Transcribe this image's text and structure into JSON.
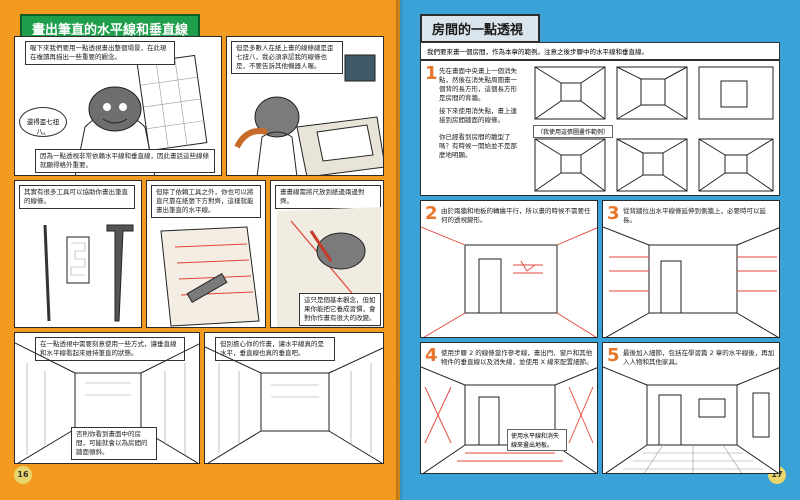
{
  "left_page": {
    "title": "畫出筆直的水平線和垂直線",
    "panel1": {
      "caption_top": "喔下來我們要用一點透視畫出整個場景，在此現在複讀再描出一些重要的觀念。",
      "bubble": "還得歪七扭八。",
      "caption_bottom": "因為一點透視非常依賴水平線和垂直線，因此畫話這些線條就顯得格外重要。"
    },
    "panel2": {
      "caption": "但是多數人在紙上畫的線條總是歪七扭八，我必須承認我的線條也是，不要告訴其他機器人喔。"
    },
    "panel3": {
      "caption": "其實有很多工具可以協助你畫出筆直的線條。"
    },
    "panel4": {
      "caption": "但除了依賴工具之外，你也可以將直尺靠在紙張下方對齊，這樣就能畫出筆直的水平線。"
    },
    "panel5": {
      "caption_top": "畫畫線需將尺放到紙邊兩邊對齊。",
      "caption_bottom": "這只是個基本觀念，但如果你能把它養成習慣，會對你作畫有很大的改變。"
    },
    "panel6": {
      "caption_top": "在一點透視中需要刻意使用一些方式，讓垂直線和水平線看起來維持筆直的狀態。",
      "caption_bottom": "否則你看到畫面中的房間，可能就會以為房間的牆面傾斜。"
    },
    "panel7": {
      "caption": "但別擔心你的作畫，讓水平線真的是水平，垂直線也真的垂直吧。"
    },
    "page_number": "16"
  },
  "right_page": {
    "title": "房間的一點透視",
    "intro": "我們要來畫一個房間，作為本章的範例。注意之後步驟中的水平線和垂直線。",
    "step1": {
      "number": "1",
      "text_a": "先在畫面中央畫上一個消失點，然後在消失點周圍畫一個背的長方形，這個長方形是房間的背牆。",
      "text_b": "接下來使用消失點，畫上連接到房間牆面的線條。",
      "text_c": "你已經看到房間的雛型了嗎？有時候一開始並不是那麼地明顯。",
      "label": "（我使用這張圖畫作範例）"
    },
    "step2": {
      "number": "2",
      "text": "由於兩牆和地板的轉繪平行，所以畫的時候不需要任何的透視變形。"
    },
    "step3": {
      "number": "3",
      "text": "從背牆拉出水平線條延伸到側牆上，必要時可以延長。"
    },
    "step4": {
      "number": "4",
      "text": "使用步驟 2 的線條當作參考線，畫出門、窗戶和其他物件的垂直線以及消失線，並使用 X 線來配置細節。",
      "label": "使用水平線和消失線來畫出地板。"
    },
    "step5": {
      "number": "5",
      "text": "最後加入細節，包括在學習篇 2 章的水平線後，再加入人物和其他家具。"
    },
    "page_number": "17"
  },
  "colors": {
    "left_bg": "#f29a1e",
    "right_bg": "#3aa2d6",
    "banner_green": "#1f9e4c",
    "step_orange": "#e8762a"
  }
}
